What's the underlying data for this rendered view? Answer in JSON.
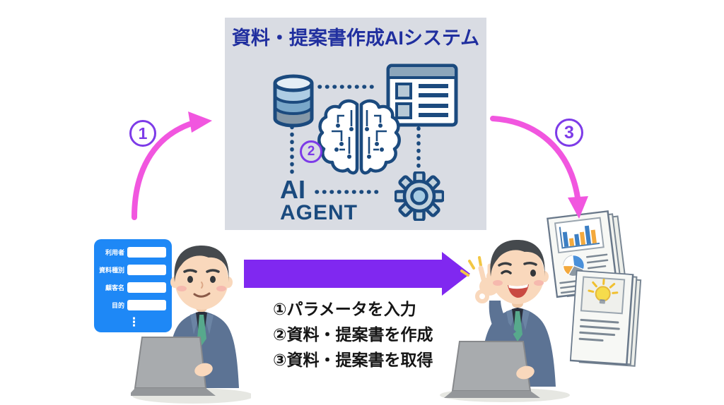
{
  "system_box": {
    "title": "資料・提案書作成AIシステム",
    "agent": {
      "line1": "AI",
      "line2": "AGENT"
    },
    "icons": {
      "database": "database-icon",
      "brain": "brain-circuit-icon",
      "window": "browser-window-icon",
      "gear": "gear-icon"
    }
  },
  "badges": {
    "step1": "1",
    "step2": "2",
    "step3": "3"
  },
  "form": {
    "fields": [
      {
        "label": "利用者"
      },
      {
        "label": "資料種別"
      },
      {
        "label": "顧客名"
      },
      {
        "label": "目的"
      }
    ],
    "ellipsis": "⋮"
  },
  "legend": {
    "line1": "①パラメータを入力",
    "line2": "②資料・提案書を作成",
    "line3": "③資料・提案書を取得"
  },
  "documents": {
    "icons": {
      "bar_chart": "bar-chart-icon",
      "pie_chart": "pie-chart-icon",
      "lightbulb": "lightbulb-icon"
    }
  },
  "colors": {
    "title_blue": "#202F9F",
    "icon_navy": "#1B4A7E",
    "box_gray": "#D9DCE3",
    "form_blue": "#1E88F6",
    "arrow_pink": "#F156DF",
    "arrow_purple": "#8028F0",
    "badge_purple": "#7D3BE8"
  }
}
